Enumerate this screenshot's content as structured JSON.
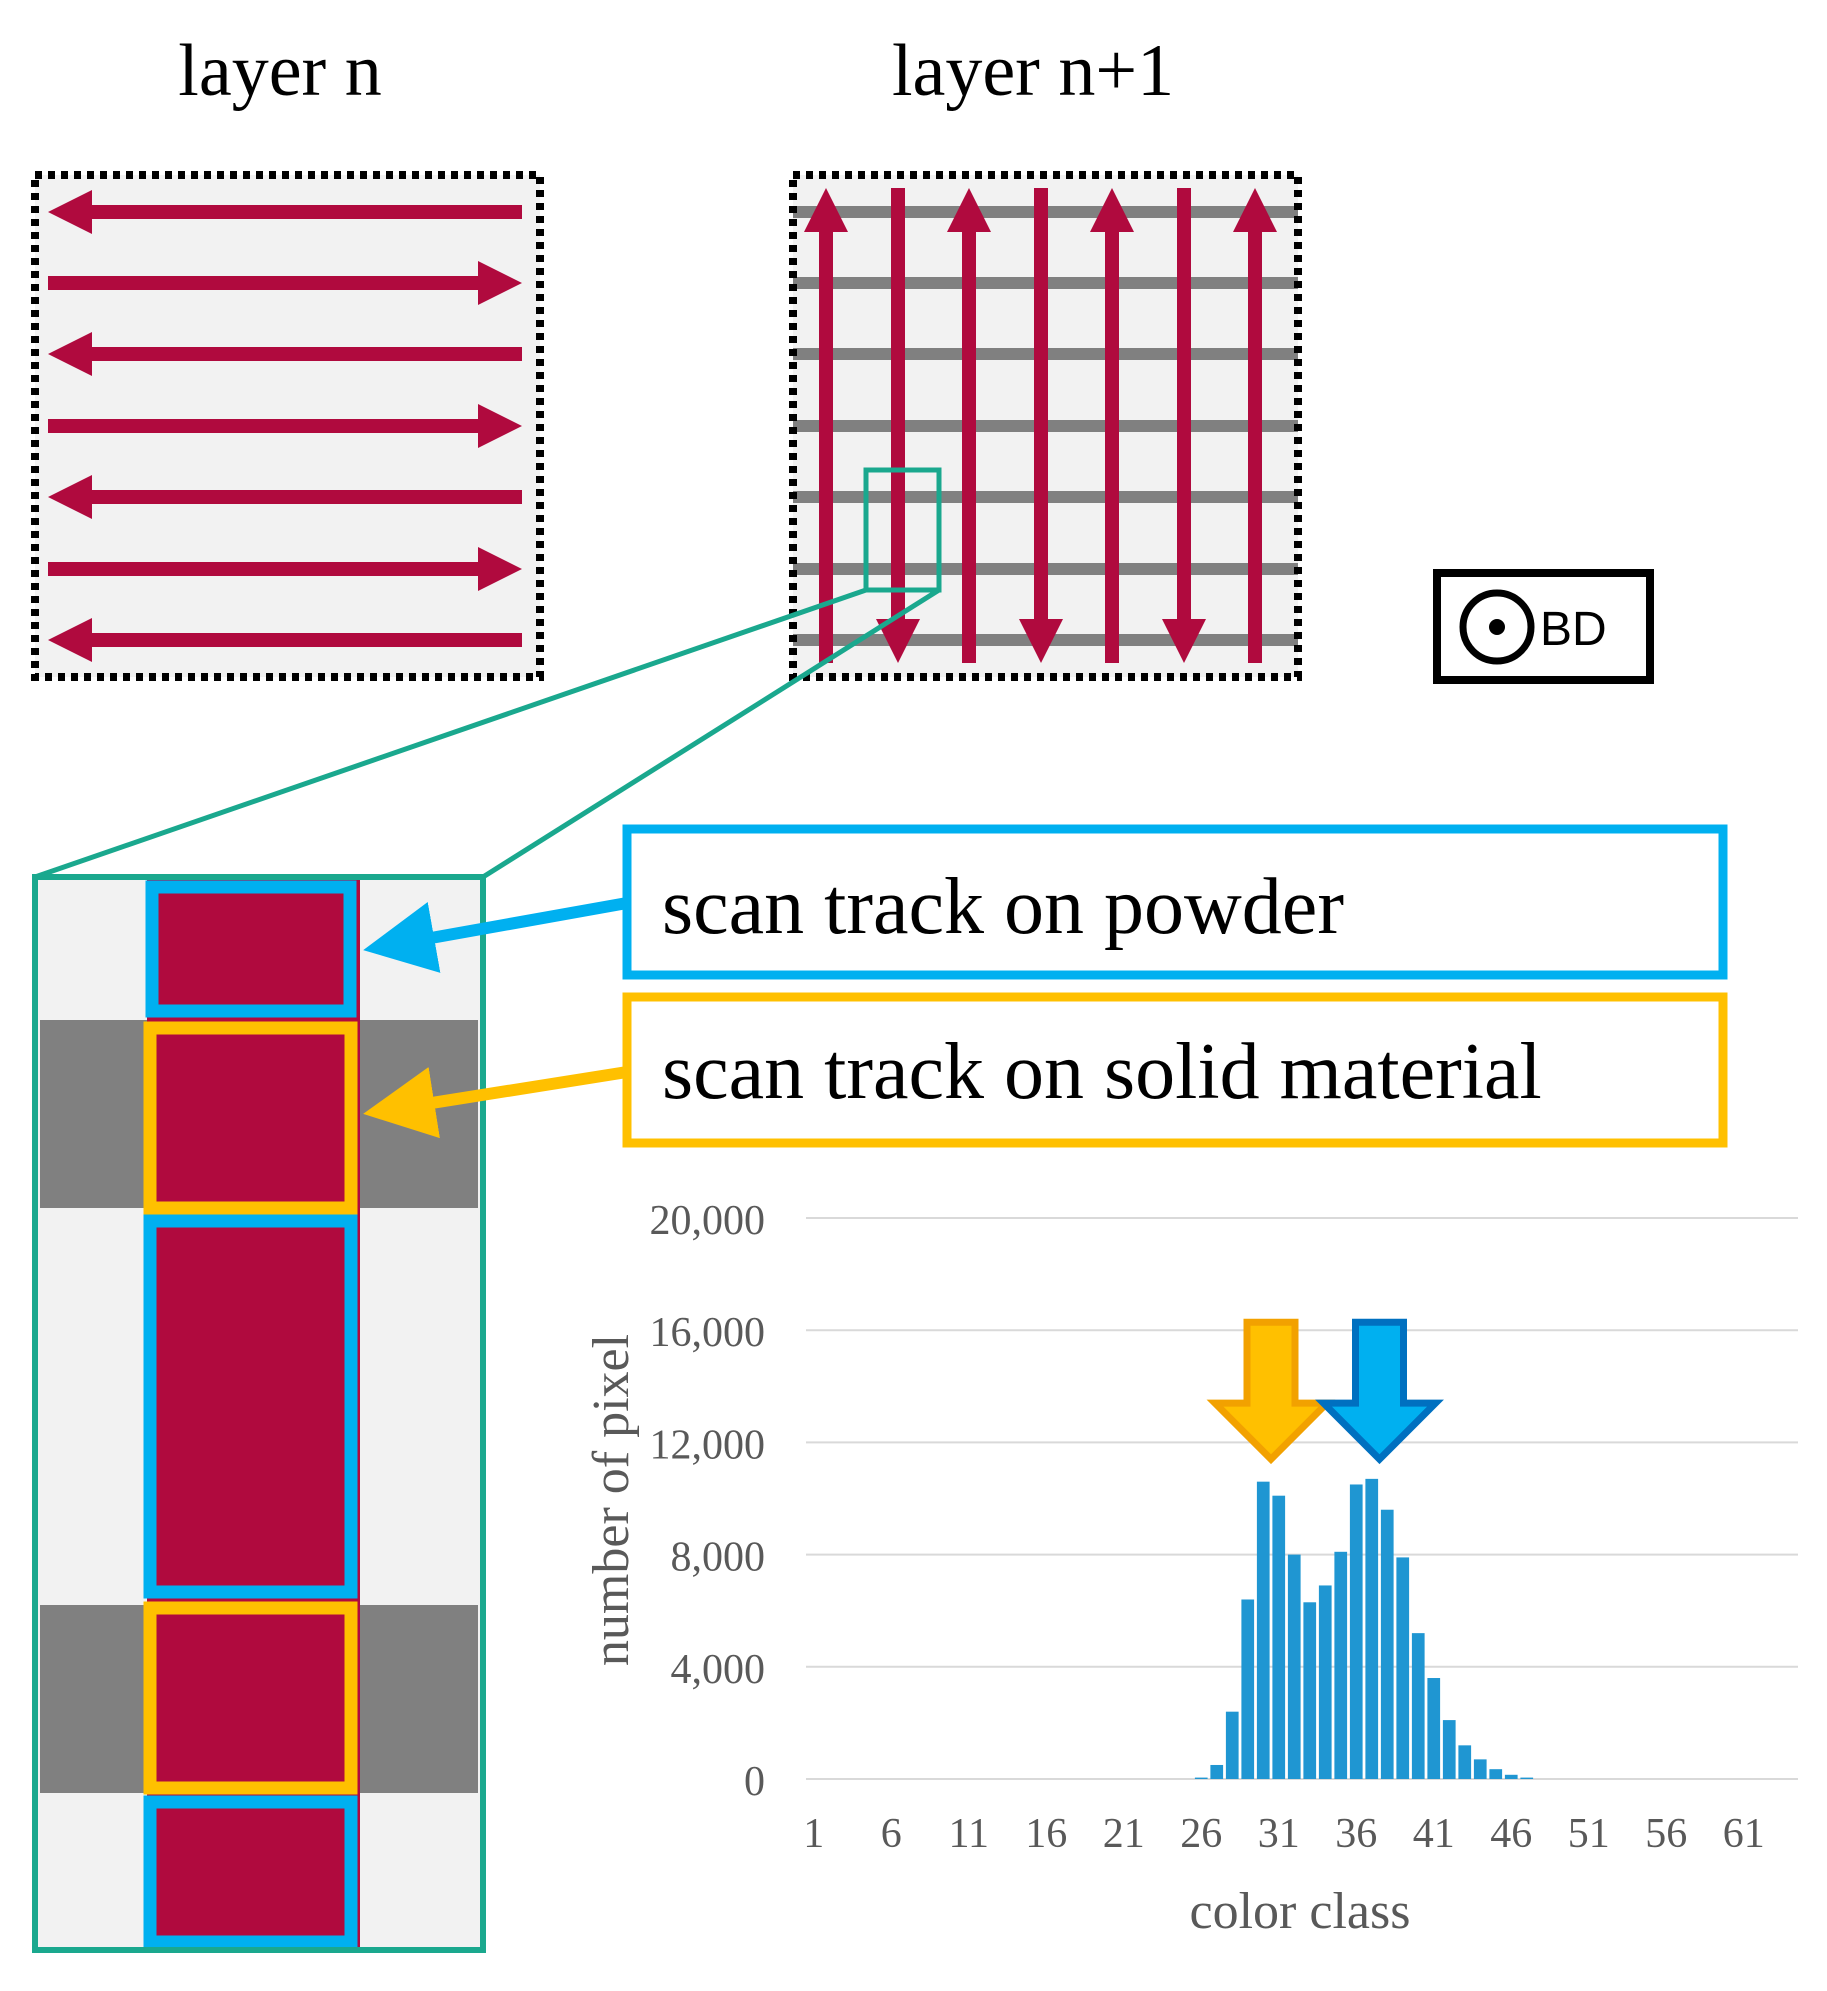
{
  "titles": {
    "layer_n": "layer n",
    "layer_n1": "layer n+1"
  },
  "build_direction": {
    "label": "BD",
    "icon": "dot-in-circle-out-of-plane-icon"
  },
  "legend": {
    "powder": "scan track on powder",
    "solid": "scan track on solid material"
  },
  "layer_n_arrows": [
    "left",
    "right",
    "left",
    "right",
    "left",
    "right",
    "left"
  ],
  "layer_n1_arrows": [
    "up",
    "down",
    "up",
    "down",
    "up",
    "down",
    "up"
  ],
  "colors": {
    "track": "#b00a3e",
    "prev_track": "#808080",
    "background_fill": "#f2f2f2",
    "zoom": "#1aa88e",
    "powder": "#00b0f0",
    "solid": "#ffc000",
    "bar": "#1f96d2",
    "powder_arrow_edge": "#0070c0",
    "solid_arrow_edge": "#f2a100",
    "grid": "#d9d9d9",
    "axis_text": "#595959"
  },
  "chart_data": {
    "type": "bar",
    "xlabel": "color class",
    "ylabel": "number of pixel",
    "ylim": [
      0,
      20000
    ],
    "yticks": [
      "0",
      "4,000",
      "8,000",
      "12,000",
      "16,000",
      "20,000"
    ],
    "ytick_values": [
      0,
      4000,
      8000,
      12000,
      16000,
      20000
    ],
    "xticks": [
      "1",
      "6",
      "11",
      "16",
      "21",
      "26",
      "31",
      "36",
      "41",
      "46",
      "51",
      "56",
      "61"
    ],
    "x_range": [
      1,
      64
    ],
    "grid": true,
    "categories": [
      26,
      27,
      28,
      29,
      30,
      31,
      32,
      33,
      34,
      35,
      36,
      37,
      38,
      39,
      40,
      41,
      42,
      43,
      44,
      45,
      46,
      47
    ],
    "values": [
      50,
      500,
      2400,
      6400,
      10600,
      10100,
      8000,
      6300,
      6900,
      8100,
      10500,
      10700,
      9600,
      7900,
      5200,
      3600,
      2100,
      1200,
      700,
      350,
      150,
      50
    ],
    "markers": [
      {
        "name": "scan track on solid material",
        "x": 30.5,
        "color": "solid"
      },
      {
        "name": "scan track on powder",
        "x": 37.5,
        "color": "powder"
      }
    ]
  }
}
